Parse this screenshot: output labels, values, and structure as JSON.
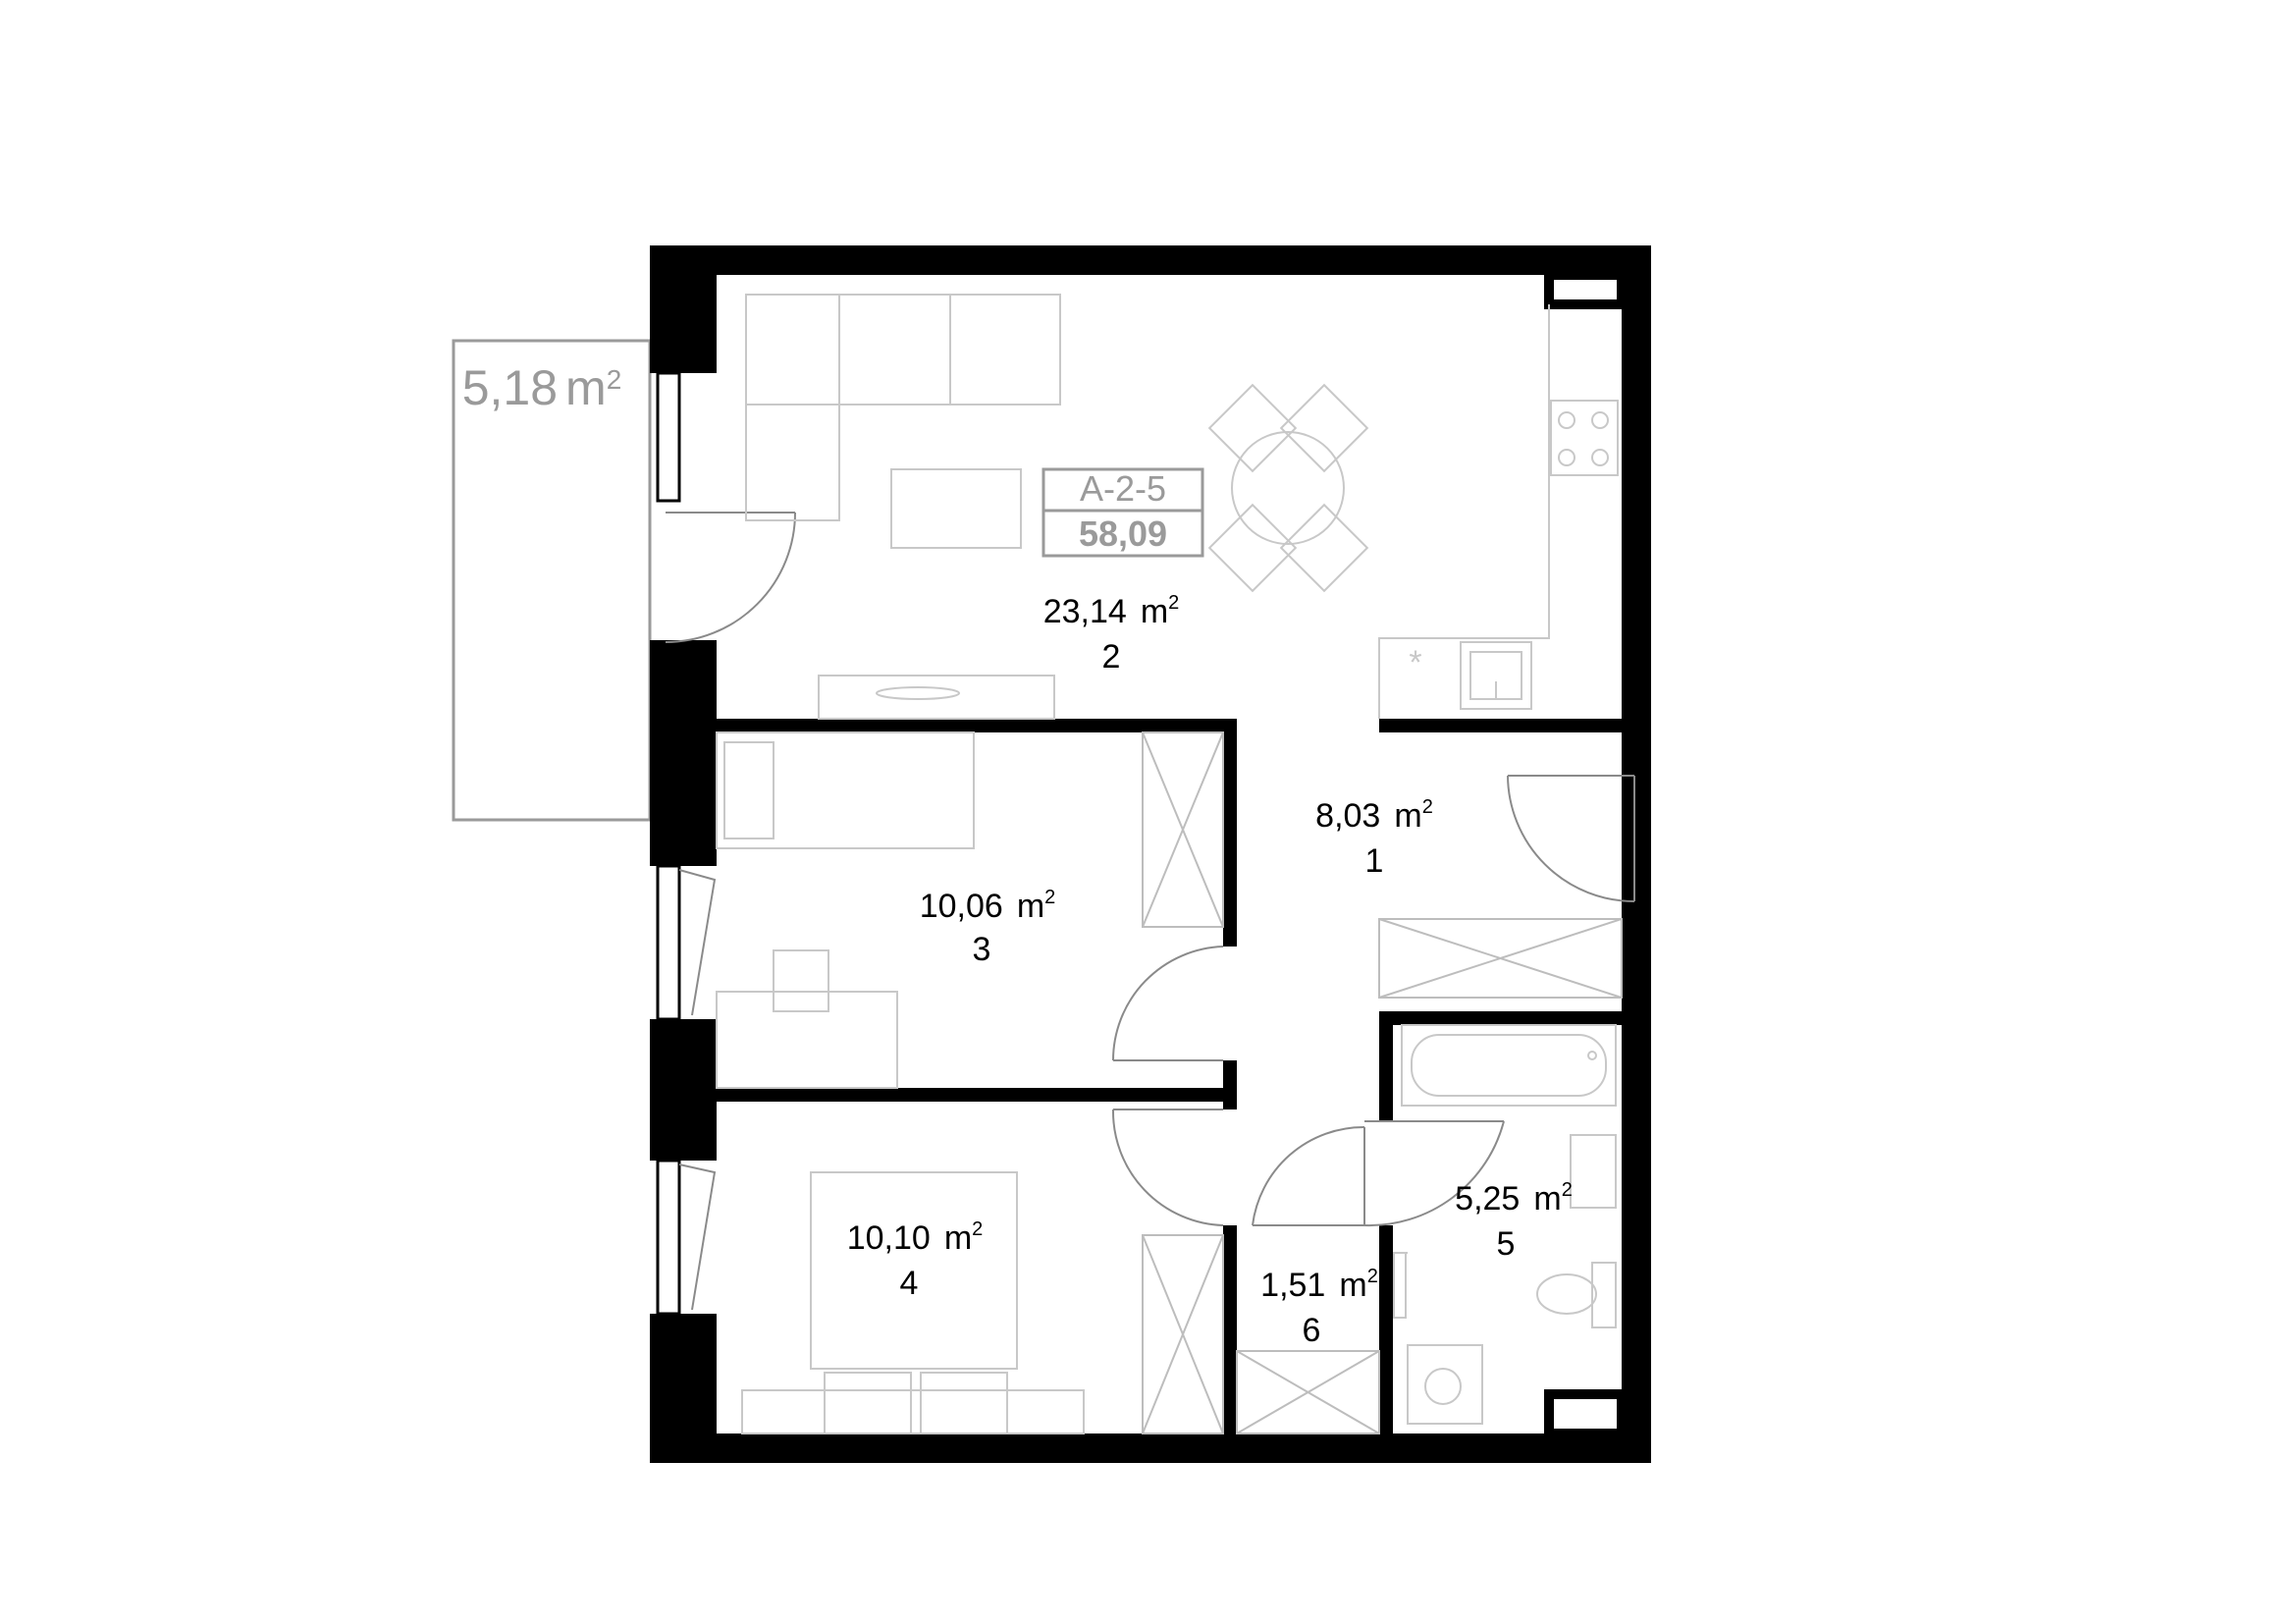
{
  "apartment": {
    "code": "A-2-5",
    "total_area": "58,09"
  },
  "balcony": {
    "area": "5,18",
    "unit": "m",
    "unit_sup": "2"
  },
  "rooms": [
    {
      "id": "room-2",
      "area": "23,14",
      "unit": "m",
      "unit_sup": "2",
      "number": "2"
    },
    {
      "id": "room-1",
      "area": "8,03",
      "unit": "m",
      "unit_sup": "2",
      "number": "1"
    },
    {
      "id": "room-3",
      "area": "10,06",
      "unit": "m",
      "unit_sup": "2",
      "number": "3"
    },
    {
      "id": "room-4",
      "area": "10,10",
      "unit": "m",
      "unit_sup": "2",
      "number": "4"
    },
    {
      "id": "room-5",
      "area": "5,25",
      "unit": "m",
      "unit_sup": "2",
      "number": "5"
    },
    {
      "id": "room-6",
      "area": "1,51",
      "unit": "m",
      "unit_sup": "2",
      "number": "6"
    }
  ],
  "colors": {
    "wall": "#000000",
    "furniture": "#c8c8c8",
    "label_grey": "#9a9a9a"
  }
}
